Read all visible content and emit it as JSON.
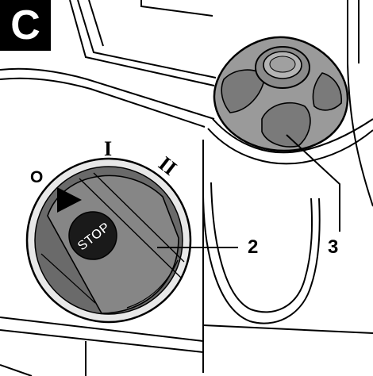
{
  "figure": {
    "badge_letter": "C",
    "callouts": [
      {
        "number": "2"
      },
      {
        "number": "3"
      }
    ],
    "selector_dial": {
      "positions": [
        "O",
        "I",
        "II"
      ],
      "button_label": "STOP",
      "arrow_icon": "play-triangle-icon"
    },
    "knob_icon": "rotary-knob-icon",
    "colors": {
      "line": "#000000",
      "background": "#ffffff",
      "light_gray": "#e8e8e8",
      "mid_gray": "#9a9a9a",
      "dark_gray": "#6a6a6a",
      "badge": "#000000",
      "badge_text": "#ffffff"
    }
  }
}
